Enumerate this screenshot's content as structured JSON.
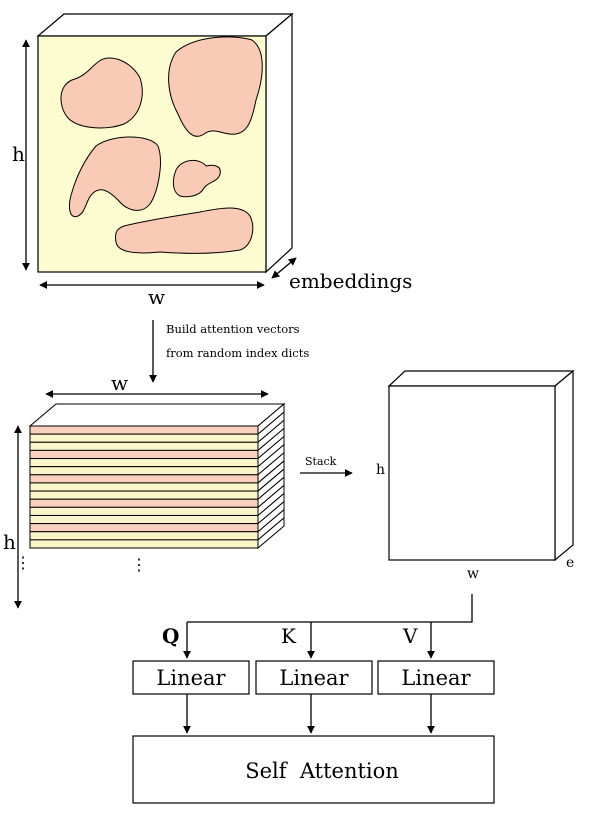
{
  "top_block": {
    "height_label": "h",
    "width_label": "w",
    "depth_label": "embeddings"
  },
  "step_label": {
    "line1": "Build attention vectors",
    "line2": "from random index dicts"
  },
  "stack_block": {
    "width_label": "w",
    "height_label": "h",
    "ellipsis": "⋮",
    "slice_count": 15,
    "colors": {
      "pink": "#F9D0BD",
      "yellow": "#FBF6C9",
      "face": "#FDFBD0",
      "blob": "#F9CBB6"
    }
  },
  "stack_arrow_label": "Stack",
  "cube": {
    "height_label": "h",
    "width_label": "w",
    "depth_label": "e"
  },
  "linears": [
    {
      "input": "Q",
      "label": "Linear"
    },
    {
      "input": "K",
      "label": "Linear"
    },
    {
      "input": "V",
      "label": "Linear"
    }
  ],
  "attention_label": "Self  Attention"
}
